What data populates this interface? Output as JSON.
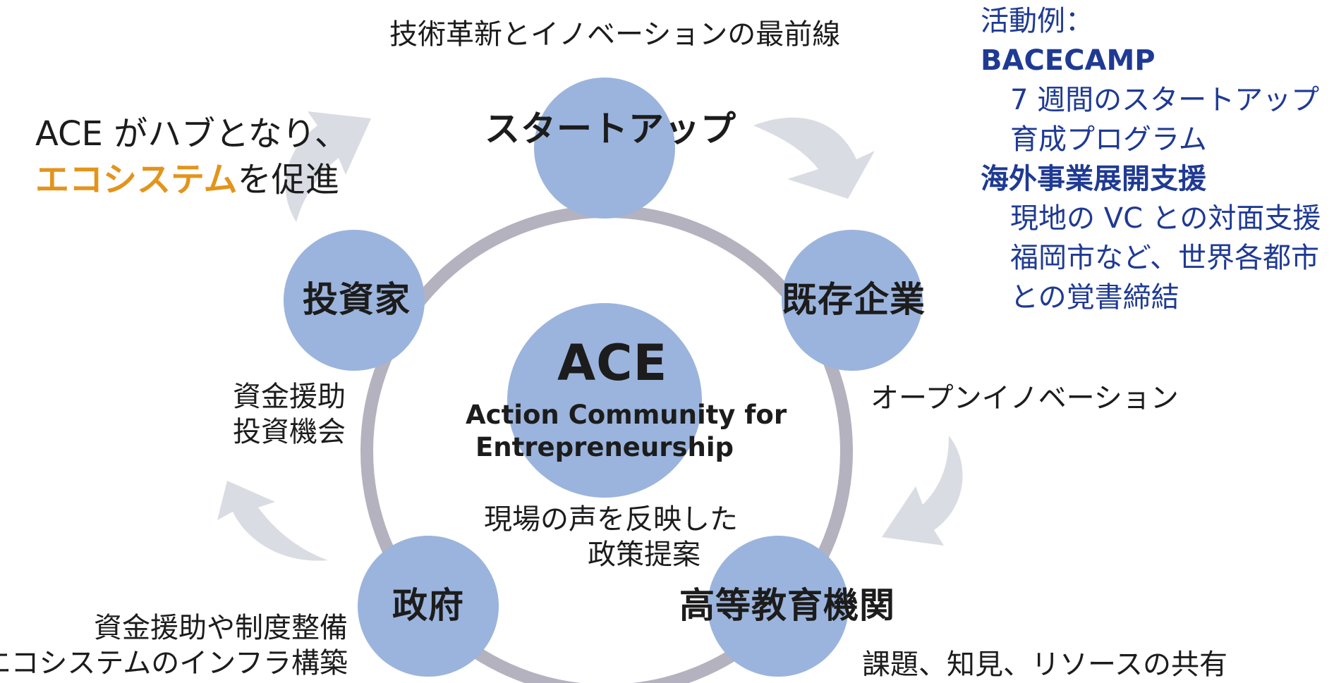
{
  "colors": {
    "node_fill": "#9bb4dd",
    "ring_stroke": "#b3b2be",
    "arrow_fill": "#dadce3",
    "text": "#1c1c1c",
    "activity_blue": "#1f3a93",
    "highlight_orange": "#e3941b"
  },
  "hub": {
    "line1": "ACE がハブとなり、",
    "highlight": "エコシステム",
    "line2_rest": "を促進"
  },
  "center": {
    "title": "ACE",
    "subtitle_line1": "Action Community for",
    "subtitle_line2": "Entrepreneurship"
  },
  "nodes": {
    "startup": "スタートアップ",
    "existing_companies": "既存企業",
    "higher_education": "高等教育機関",
    "government": "政府",
    "investors": "投資家"
  },
  "captions": {
    "startup": "技術革新とイノベーションの最前線",
    "existing_companies": "オープンイノベーション",
    "higher_education": "課題、知見、リソースの共有",
    "government_policy_line1": "現場の声を反映した",
    "government_policy_line2": "政策提案",
    "government_line1": "資金援助や制度整備",
    "government_line2": "エコシステムのインフラ構築",
    "investors_line1": "資金援助",
    "investors_line2": "投資機会"
  },
  "activities": {
    "heading": "活動例：",
    "item1_title": "BACECAMP",
    "item1_line1": "7 週間のスタートアップ",
    "item1_line2": "育成プログラム",
    "item2_title": "海外事業展開支援",
    "item2_line1": "現地の VC との対面支援",
    "item2_line2": "福岡市など、世界各都市",
    "item2_line3": "との覚書締結"
  }
}
